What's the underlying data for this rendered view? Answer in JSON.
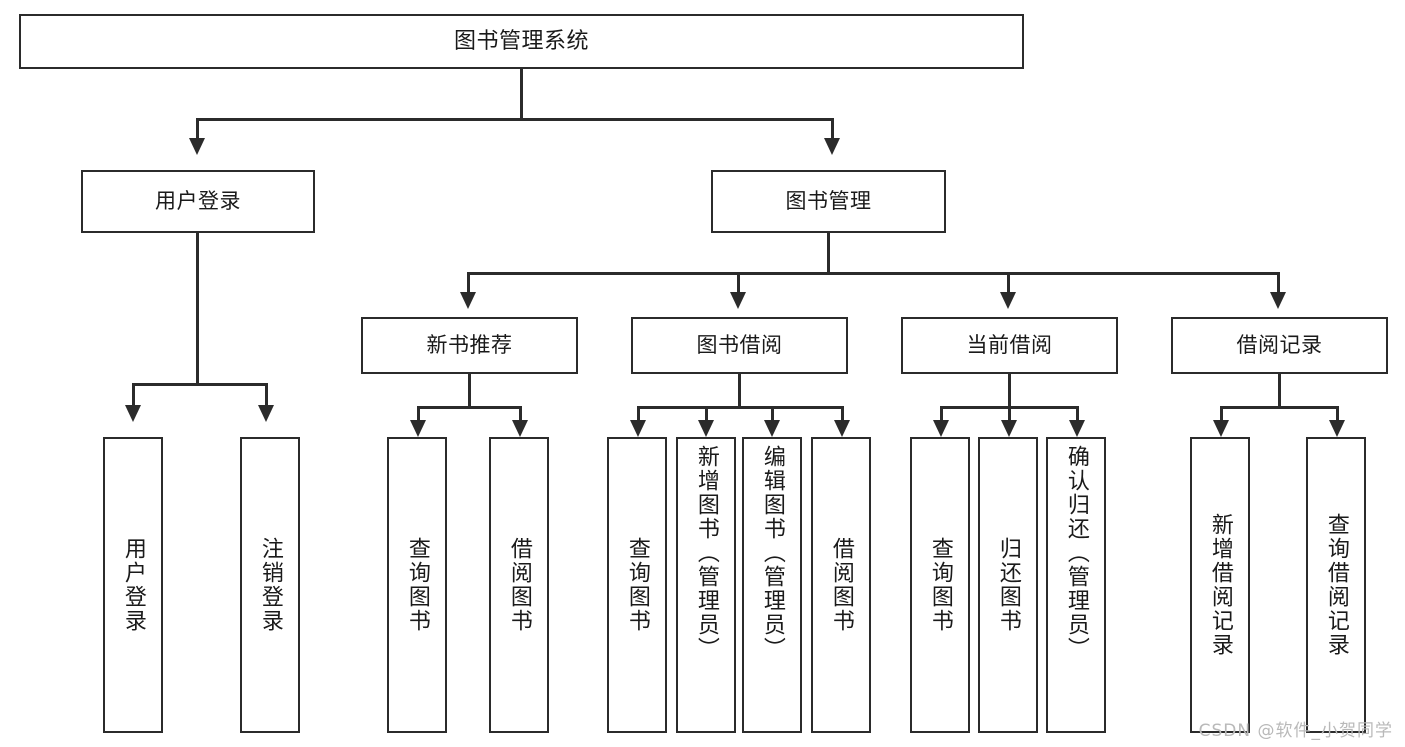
{
  "diagram": {
    "type": "tree-hierarchy",
    "title": "图书管理系统",
    "root": {
      "label": "图书管理系统"
    },
    "level2": [
      {
        "label": "用户登录"
      },
      {
        "label": "图书管理"
      }
    ],
    "level3": [
      {
        "label": "新书推荐"
      },
      {
        "label": "图书借阅"
      },
      {
        "label": "当前借阅"
      },
      {
        "label": "借阅记录"
      }
    ],
    "leaves": {
      "user_login": [
        {
          "label": "用户登录"
        },
        {
          "label": "注销登录"
        }
      ],
      "new_book_recommend": [
        {
          "label": "查询图书"
        },
        {
          "label": "借阅图书"
        }
      ],
      "book_borrow": [
        {
          "label": "查询图书"
        },
        {
          "label": "新增图书（管理员）"
        },
        {
          "label": "编辑图书（管理员）"
        },
        {
          "label": "借阅图书"
        }
      ],
      "current_borrow": [
        {
          "label": "查询图书"
        },
        {
          "label": "归还图书"
        },
        {
          "label": "确认归还（管理员）"
        }
      ],
      "borrow_record": [
        {
          "label": "新增借阅记录"
        },
        {
          "label": "查询借阅记录"
        }
      ]
    }
  },
  "watermark": {
    "text": "CSDN @软件_小贺同学"
  },
  "colors": {
    "border": "#2b2b2b",
    "background": "#ffffff",
    "text": "#1a1a1a",
    "watermark": "#b9b9b9"
  }
}
